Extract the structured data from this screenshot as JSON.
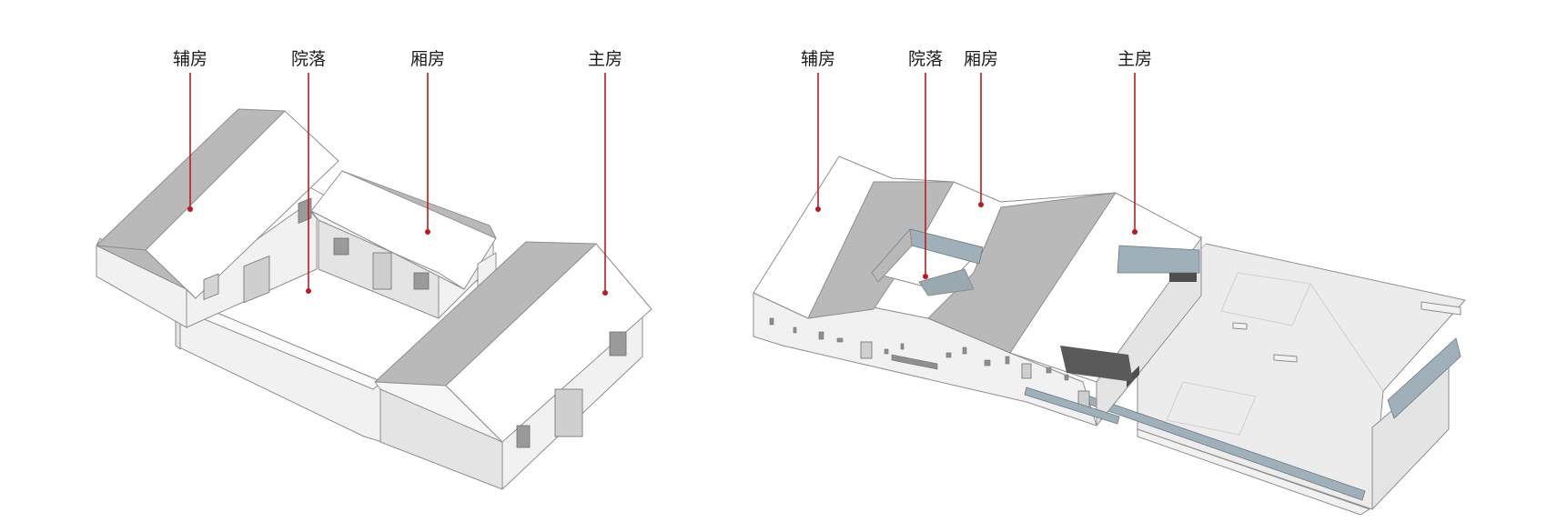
{
  "left_diagram": {
    "labels": {
      "auxiliary": "辅房",
      "courtyard": "院落",
      "wing": "厢房",
      "main": "主房"
    }
  },
  "right_diagram": {
    "labels": {
      "auxiliary": "辅房",
      "courtyard": "院落",
      "wing": "厢房",
      "main": "主房"
    }
  },
  "colors": {
    "leader": "#b81c22",
    "roof_shade": "#b9b9b9",
    "roof_light": "#ffffff",
    "wall": "#f1f1f1",
    "glass": "#9fb0ba"
  }
}
